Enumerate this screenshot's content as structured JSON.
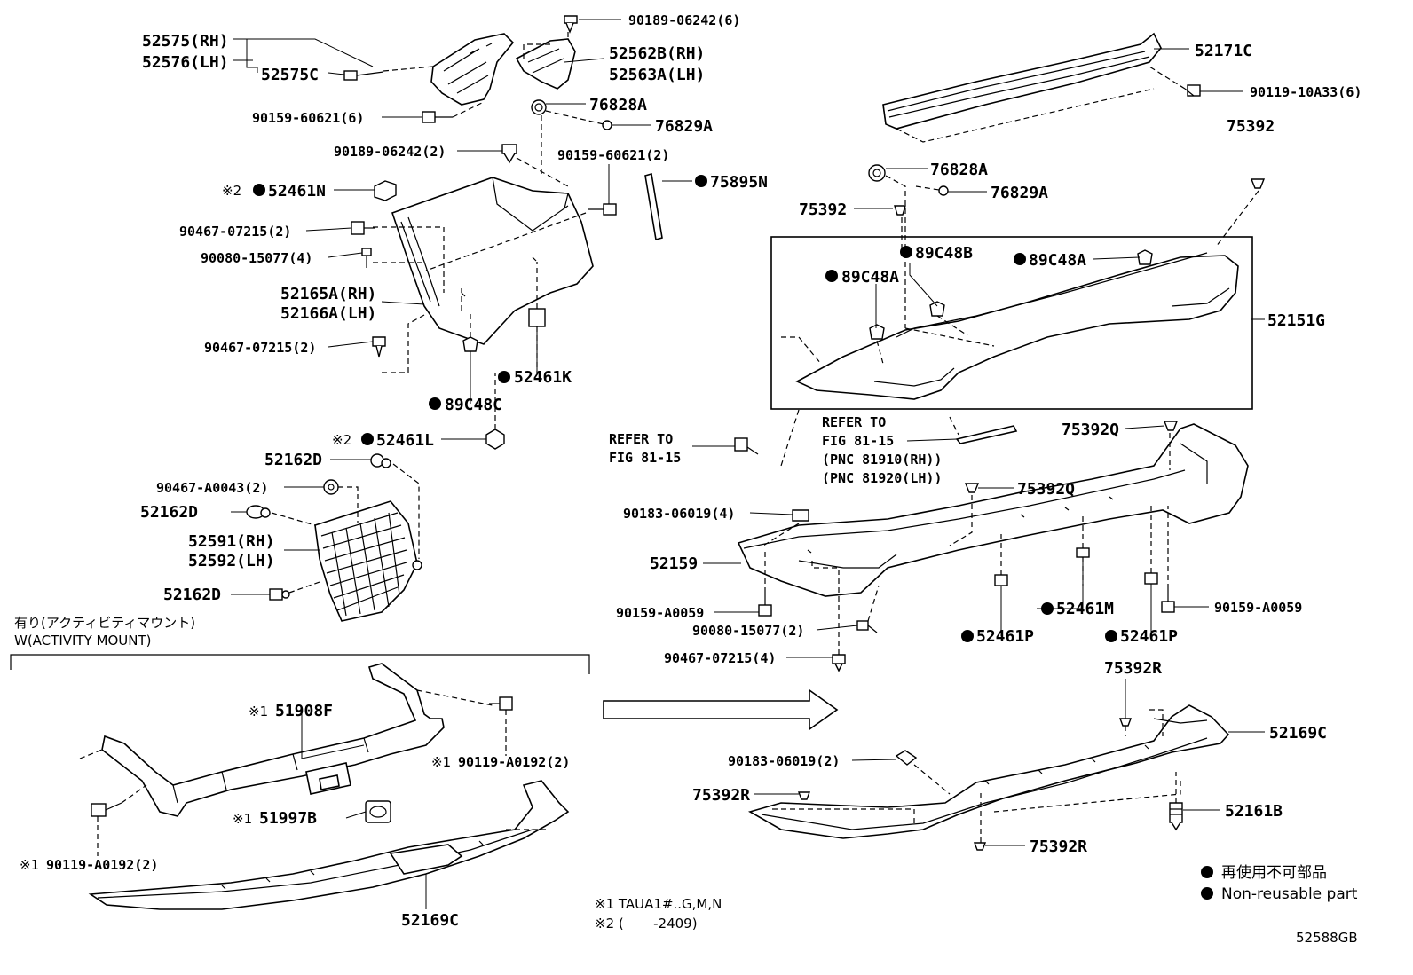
{
  "labels": {
    "l_52575": "52575(RH)",
    "l_52576": "52576(LH)",
    "l_52575c": "52575C",
    "l_90189_a": "90189-06242(6)",
    "l_52562b": "52562B(RH)",
    "l_52563a": "52563A(LH)",
    "l_90159_a": "90159-60621(6)",
    "l_76828a_1": "76828A",
    "l_76829a_1": "76829A",
    "l_90189_b": "90189-06242(2)",
    "l_90159_b": "90159-60621(2)",
    "l_52461n": "52461N",
    "l_75895n": "75895N",
    "l_90467_a": "90467-07215(2)",
    "l_90080_a": "90080-15077(4)",
    "l_52165a": "52165A(RH)",
    "l_52166a": "52166A(LH)",
    "l_90467_b": "90467-07215(2)",
    "l_52461k": "52461K",
    "l_89c48c": "89C48C",
    "l_52461l": "52461L",
    "l_52162d_1": "52162D",
    "l_90467_a0043": "90467-A0043(2)",
    "l_52162d_2": "52162D",
    "l_52591": "52591(RH)",
    "l_52592": "52592(LH)",
    "l_52162d_3": "52162D",
    "l_52171c": "52171C",
    "l_90119_10a33": "90119-10A33(6)",
    "l_75392_1": "75392",
    "l_76828a_2": "76828A",
    "l_76829a_2": "76829A",
    "l_75392_2": "75392",
    "l_89c48b": "89C48B",
    "l_89c48a_1": "89C48A",
    "l_89c48a_2": "89C48A",
    "l_52151g": "52151G",
    "l_refer_1a": "REFER TO",
    "l_refer_1b": "FIG 81-15",
    "l_refer_2a": "REFER TO",
    "l_refer_2b": "FIG 81-15",
    "l_pnc_1": "(PNC 81910(RH))",
    "l_pnc_2": "(PNC 81920(LH))",
    "l_75392q_1": "75392Q",
    "l_75392q_2": "75392Q",
    "l_90183_a": "90183-06019(4)",
    "l_52159": "52159",
    "l_90159_a0059_1": "90159-A0059",
    "l_90080_b": "90080-15077(2)",
    "l_90467_c": "90467-07215(4)",
    "l_52461m": "52461M",
    "l_52461p_1": "52461P",
    "l_52461p_2": "52461P",
    "l_90159_a0059_2": "90159-A0059",
    "l_75392r_1": "75392R",
    "l_52169c_r": "52169C",
    "l_90183_b": "90183-06019(2)",
    "l_75392r_2": "75392R",
    "l_52161b": "52161B",
    "l_75392r_3": "75392R",
    "l_51908f": "51908F",
    "l_90119_a0192_1": "90119-A0192(2)",
    "l_51997b": "51997B",
    "l_90119_a0192_2": "90119-A0192(2)",
    "l_52169c_l": "52169C"
  },
  "marks": {
    "m1": "※1",
    "m2": "※2"
  },
  "activity": {
    "line1": "有り(アクティビティマウント)",
    "line2": "W(ACTIVITY MOUNT)"
  },
  "notes": {
    "n1": "※1 TAUA1#..G,M,N",
    "n2": "※2 (       -2409)"
  },
  "legend": {
    "jp": "再使用不可部品",
    "en": "Non-reusable part"
  },
  "diagram_id": "52588GB"
}
